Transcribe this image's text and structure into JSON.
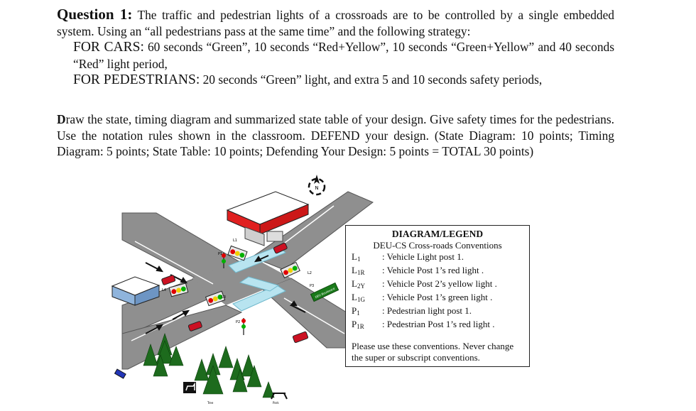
{
  "question": {
    "label": "Question 1:",
    "intro": " The traffic and pedestrian lights of a crossroads are to be controlled by a single embedded system. Using an “all pedestrians pass at the same time” and the following strategy:",
    "cars_label": "FOR CARS:",
    "cars_text": " 60 seconds “Green”, 10 seconds “Red+Yellow”, 10 seconds “Green+Yellow” and 40 seconds “Red” light period,",
    "peds_label": "FOR PEDESTRIANS:",
    "peds_text": " 20 seconds “Green” light, and extra 5 and 10 seconds safety periods,",
    "task_cap": "D",
    "task_text": "raw the state, timing diagram and summarized state table of your design. Give safety times for the pedestrians. Use the notation rules shown in the classroom. DEFEND your design. (State Diagram: 10 points; Timing Diagram: 5 points; State Table: 10 points; Defending Your Design: 5 points = TOTAL 30 points)"
  },
  "legend": {
    "title": "DIAGRAM/LEGEND",
    "subtitle": "DEU-CS Cross-roads Conventions",
    "rows": [
      {
        "base": "L",
        "sub": "1",
        "desc": ": Vehicle Light post 1."
      },
      {
        "base": "L",
        "sub": "1R",
        "desc": ": Vehicle Post 1’s  red light ."
      },
      {
        "base": "L",
        "sub": "2Y",
        "desc": ": Vehicle Post 2’s  yellow light ."
      },
      {
        "base": "L",
        "sub": "1G",
        "desc": ": Vehicle Post 1’s  green light ."
      },
      {
        "base": "P",
        "sub": "1",
        "desc": ": Pedestrian light post 1."
      },
      {
        "base": "P",
        "sub": "1R",
        "desc": ": Pedestrian Post 1’s red light ."
      }
    ],
    "note": "Please use these conventions. Never change the super or subscript conventions."
  },
  "map": {
    "compass": "N",
    "sign_text": "DEU Boulevard",
    "post_labels": {
      "l1": "L1",
      "l2": "L2",
      "l3": "L3",
      "l4": "L4",
      "p1": "P1",
      "p2": "P2",
      "p3": "P3"
    },
    "tree_caption": "Tree",
    "park_caption": "Park",
    "colors": {
      "road": "#8f8f8f",
      "grass": "#ffffff",
      "red_light": "#e00000",
      "yellow_light": "#f0d000",
      "green_light": "#00b000",
      "crosswalk": "#b8e4f0",
      "car": "#cc1122",
      "tree": "#1d6b1d"
    }
  }
}
